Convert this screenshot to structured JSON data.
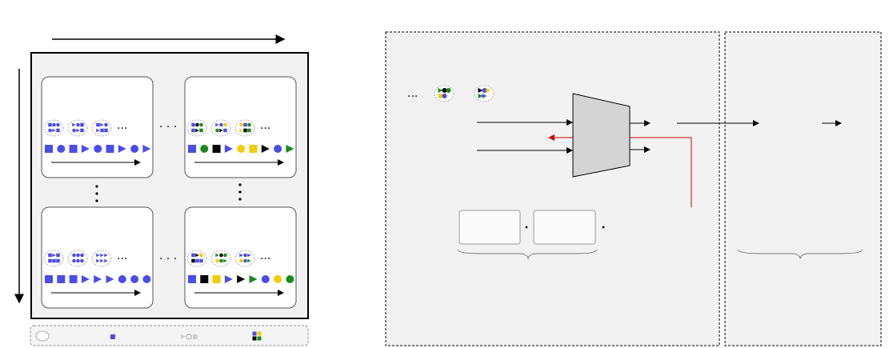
{
  "palette": {
    "blue": "#4a4ee8",
    "green": "#1a8a1a",
    "yellow": "#f2cc00",
    "black": "#000000",
    "grey": "#cfcfcf",
    "red": "#cc0000"
  },
  "ellipsis_h": "· · ·",
  "ellipsis_short": "···",
  "ellipsis_v": "⋮",
  "grid_cells": [
    {
      "id": "top-left",
      "groups": [
        [
          "sq",
          "ci",
          "ci",
          "ci",
          "tr",
          "sq"
        ],
        [
          "tr",
          "ci",
          "sq",
          "ci",
          "tr",
          "sq"
        ],
        [
          "sq",
          "tr",
          "ci",
          "tr",
          "sq",
          "sq"
        ]
      ],
      "group_colors": [
        [
          "blue",
          "blue",
          "blue",
          "blue",
          "blue",
          "blue"
        ],
        [
          "blue",
          "blue",
          "blue",
          "blue",
          "blue",
          "blue"
        ],
        [
          "blue",
          "blue",
          "blue",
          "blue",
          "blue",
          "blue"
        ]
      ],
      "sequence": [
        [
          "sq",
          "blue"
        ],
        [
          "ci",
          "blue"
        ],
        [
          "sq",
          "blue"
        ],
        [
          "tr",
          "blue"
        ],
        [
          "ci",
          "blue"
        ],
        [
          "sq",
          "blue"
        ],
        [
          "tr",
          "blue"
        ],
        [
          "ci",
          "blue"
        ],
        [
          "tr",
          "blue"
        ]
      ]
    },
    {
      "id": "top-right",
      "groups": [
        [
          "sq",
          "ci",
          "ci",
          "sq",
          "tr",
          "sq"
        ],
        [
          "tr",
          "ci",
          "ci",
          "ci",
          "tr",
          "sq"
        ],
        [
          "ci",
          "sq",
          "ci",
          "tr",
          "sq",
          "sq"
        ]
      ],
      "group_colors": [
        [
          "blue",
          "black",
          "green",
          "blue",
          "black",
          "green"
        ],
        [
          "blue",
          "blue",
          "yellow",
          "green",
          "black",
          "blue"
        ],
        [
          "yellow",
          "blue",
          "green",
          "yellow",
          "black",
          "green"
        ]
      ],
      "sequence": [
        [
          "sq",
          "blue"
        ],
        [
          "ci",
          "green"
        ],
        [
          "sq",
          "black"
        ],
        [
          "tr",
          "blue"
        ],
        [
          "ci",
          "yellow"
        ],
        [
          "sq",
          "yellow"
        ],
        [
          "tr",
          "black"
        ],
        [
          "ci",
          "blue"
        ],
        [
          "tr",
          "green"
        ]
      ]
    },
    {
      "id": "bottom-left",
      "groups": [
        [
          "sq",
          "tr",
          "sq",
          "sq",
          "sq",
          "sq"
        ],
        [
          "ci",
          "ci",
          "ci",
          "ci",
          "ci",
          "ci"
        ],
        [
          "tr",
          "tr",
          "tr",
          "tr",
          "tr",
          "tr"
        ]
      ],
      "group_colors": [
        [
          "blue",
          "blue",
          "blue",
          "blue",
          "blue",
          "blue"
        ],
        [
          "blue",
          "blue",
          "blue",
          "blue",
          "blue",
          "blue"
        ],
        [
          "blue",
          "blue",
          "blue",
          "blue",
          "blue",
          "blue"
        ]
      ],
      "sequence": [
        [
          "sq",
          "blue"
        ],
        [
          "sq",
          "blue"
        ],
        [
          "sq",
          "blue"
        ],
        [
          "tr",
          "blue"
        ],
        [
          "tr",
          "blue"
        ],
        [
          "tr",
          "blue"
        ],
        [
          "ci",
          "blue"
        ],
        [
          "ci",
          "blue"
        ],
        [
          "ci",
          "blue"
        ]
      ]
    },
    {
      "id": "bottom-right",
      "groups": [
        [
          "sq",
          "tr",
          "ci",
          "sq",
          "sq",
          "sq"
        ],
        [
          "tr",
          "ci",
          "ci",
          "ci",
          "ci",
          "tr"
        ],
        [
          "tr",
          "ci",
          "tr",
          "ci",
          "ci",
          "tr"
        ]
      ],
      "group_colors": [
        [
          "blue",
          "black",
          "yellow",
          "black",
          "blue",
          "blue"
        ],
        [
          "green",
          "black",
          "green",
          "yellow",
          "green",
          "green"
        ],
        [
          "blue",
          "blue",
          "blue",
          "yellow",
          "blue",
          "green"
        ]
      ],
      "sequence": [
        [
          "sq",
          "blue"
        ],
        [
          "sq",
          "black"
        ],
        [
          "sq",
          "yellow"
        ],
        [
          "tr",
          "blue"
        ],
        [
          "tr",
          "black"
        ],
        [
          "tr",
          "green"
        ],
        [
          "ci",
          "blue"
        ],
        [
          "ci",
          "yellow"
        ],
        [
          "ci",
          "green"
        ]
      ]
    }
  ],
  "input_groups": [
    {
      "shapes": [
        "tr",
        "ci",
        "ci",
        "ci",
        "ci"
      ],
      "colors": [
        "green",
        "black",
        "green",
        "yellow",
        "blue"
      ]
    },
    {
      "shapes": [
        "tr",
        "ci",
        "tr",
        "tr",
        "tr"
      ],
      "colors": [
        "black",
        "blue",
        "yellow",
        "green",
        "blue"
      ]
    }
  ],
  "legend": [
    {
      "kind": "ellipse"
    },
    {
      "kind": "square"
    },
    {
      "kind": "shapes"
    },
    {
      "kind": "quad"
    }
  ]
}
